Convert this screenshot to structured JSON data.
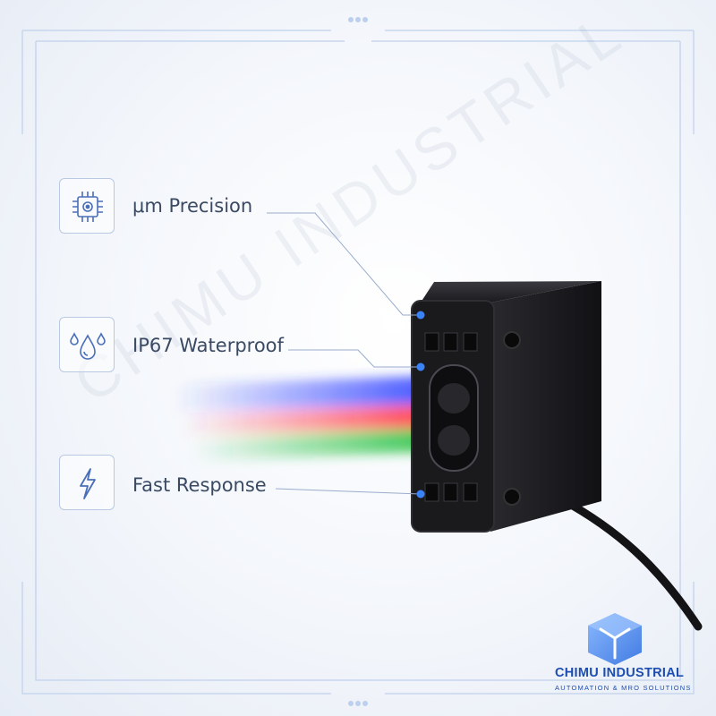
{
  "features": [
    {
      "label": "μm Precision",
      "icon": "chip-icon"
    },
    {
      "label": "IP67 Waterproof",
      "icon": "water-drops-icon"
    },
    {
      "label": "Fast Response",
      "icon": "lightning-icon"
    }
  ],
  "brand": {
    "name": "CHIMU INDUSTRIAL",
    "tagline": "AUTOMATION & MRO SOLUTIONS",
    "watermark": "CHIMU INDUSTRIAL",
    "logo_icon": "cube-logo-icon"
  },
  "colors": {
    "accent": "#3b82f6",
    "text": "#3a4a63",
    "brand": "#1e4db0",
    "beam_blue": "#2a3cff",
    "beam_red": "#ff2a3a",
    "beam_green": "#1fbf3a"
  }
}
